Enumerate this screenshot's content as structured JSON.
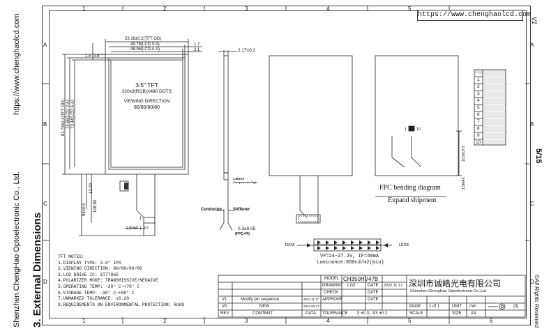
{
  "side": {
    "company": "Shenzhen ChengHao Optoelectronic Co., Ltd.",
    "url": "https://www.chenghaolcd.com",
    "section": "3. External Dimensions",
    "version": "V1",
    "page": "5/15",
    "rights": "©All Rights Reserved"
  },
  "header": {
    "url": "https://www.chenghaolcd.com"
  },
  "grid": {
    "columns": [
      "1",
      "2",
      "3",
      "4",
      "5",
      "6"
    ],
    "rows": [
      "A",
      "B",
      "C",
      "D"
    ]
  },
  "front_view": {
    "dim_tft_od": "53.16±0.2(TFT OD)",
    "dim_lcd_va": "49.76(LCD V.A)",
    "dim_lcd_aa": "48.96(LCD A.A)",
    "dim_r1": "1.7",
    "dim_r2": "2.1",
    "dim_l1": "1.5",
    "dim_l2": "3.9",
    "dim_h_od": "81.74±0.2(TFT OD)",
    "dim_h_va": "74.56(LCD V.A)",
    "dim_h_aa": "73.44(LCD A.A)",
    "size": "3.5\" TFT",
    "resolution": "320x3(RGB)X480 DOTS",
    "view_dir_label": "VIEWING DIRECTION",
    "view_dir_value": "80/80/80/80",
    "fpc_w1": "12.00",
    "fpc_len": "108.80",
    "fpc_tail": "84±0.5",
    "fpc_pitch": "2.50±0.1",
    "fpc_pins": "1",
    "fpc_pin_end": "10"
  },
  "side_view": {
    "thickness": "2.17±0.2",
    "comp_height": "1.9MAX",
    "comp_label": "Components High",
    "conductor": "Conductor",
    "stiffener": "Stiffener",
    "fpc_thickness": "0.3±0.05",
    "fpc_material": "(FPC+PI)"
  },
  "fpc_bend": {
    "bending": "FPC bending diagram",
    "expand": "Expand shipment",
    "pin_start": "1",
    "pin_end": "10",
    "dim": "10.50±0.5",
    "dim_tail": "1.5MAX"
  },
  "pin_table": {
    "header": "PIN",
    "rows": [
      "1",
      "2",
      "3",
      "4",
      "5",
      "6",
      "7",
      "8",
      "9",
      "10"
    ]
  },
  "led": {
    "left": "1EDA",
    "right": "LED8",
    "vf": "VF=24~27.2V, IF=40mA",
    "lum": "Luminance:850cd/m2(min)"
  },
  "tft_notes": {
    "title": "TFT NOTES:",
    "items": [
      "1.DISPLAY TYPE:  3.5\" IPS",
      "2.VIEWING DIRECTION: 80/80/80/80",
      "3.LCD DRIVE IC: ST7796S",
      "4.POLARIZER MODE: TRANSMISSIVE/NEGAIVE",
      "5.OPERATING TEMP: -20° C~+70° C",
      "6.STORAGE TEMP: -30° C~+80° C",
      "7.UNMARKED TOLERANCE: ±0.20",
      "8.REQUIREMENTS ON ENVIRONMENTAL PROTECTION: RoHS"
    ]
  },
  "title_block": {
    "rev_rows": [
      {
        "ver": "V1",
        "content": "Modify pin sequence",
        "date": "2022.11.17"
      },
      {
        "ver": "V0",
        "content": "NEW",
        "date": "2022.08.17"
      }
    ],
    "rev_head": {
      "ver": "REV.",
      "content": "CONTENT",
      "date": "DATA"
    },
    "model_label": "MODEL",
    "model": "CH350HV47B",
    "drawing_label": "DRAWING",
    "drawing": "LGZ",
    "date_label": "DATE",
    "date1": "2022.11.17",
    "check_label": "CHECK",
    "date2_label": "DATE",
    "approve_label": "APPROVE",
    "date3_label": "DATE",
    "tolerance_label": "TOLERANCE",
    "tolerance": ".X ±0.3, .XX ±0.2",
    "company_cn": "深圳市诚皓光电有限公司",
    "company_en": "Shenzhen ChengHao Optoelectronic Co.,Ltd",
    "page_label": "PAGE",
    "page": "1  of  1",
    "unit_label": "UNIT",
    "unit": "mm",
    "scale_label": "SCALE",
    "size_label": "SIZE",
    "size": "A4",
    "proj": "(3)"
  }
}
